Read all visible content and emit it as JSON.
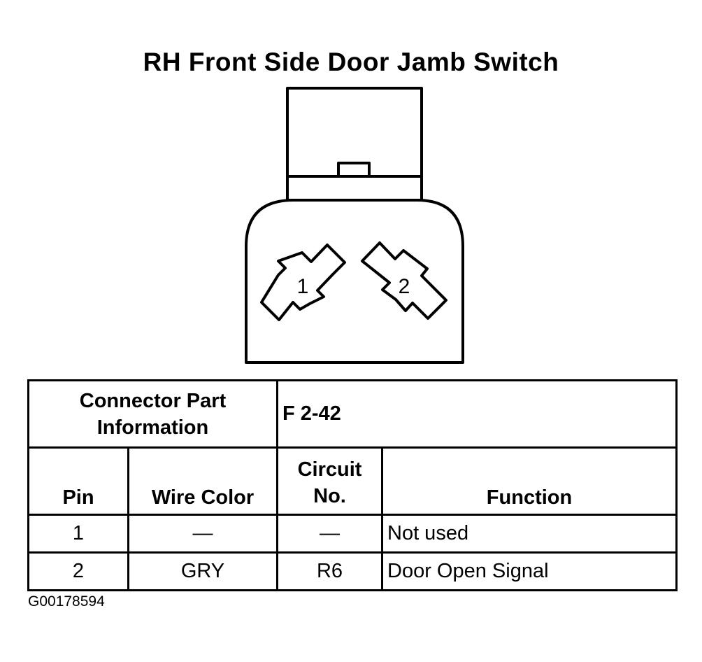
{
  "title": "RH Front Side Door Jamb Switch",
  "connector": {
    "pin_labels": [
      "1",
      "2"
    ]
  },
  "table": {
    "part_info_label": "Connector Part Information",
    "part_info_value": "F 2-42",
    "headers": {
      "pin": "Pin",
      "wire_color": "Wire Color",
      "circuit_no": "Circuit No.",
      "function": "Function"
    },
    "rows": [
      {
        "pin": "1",
        "wire_color": "—",
        "circuit_no": "—",
        "function": "Not used"
      },
      {
        "pin": "2",
        "wire_color": "GRY",
        "circuit_no": "R6",
        "function": "Door Open Signal"
      }
    ]
  },
  "figure_id": "G00178594"
}
